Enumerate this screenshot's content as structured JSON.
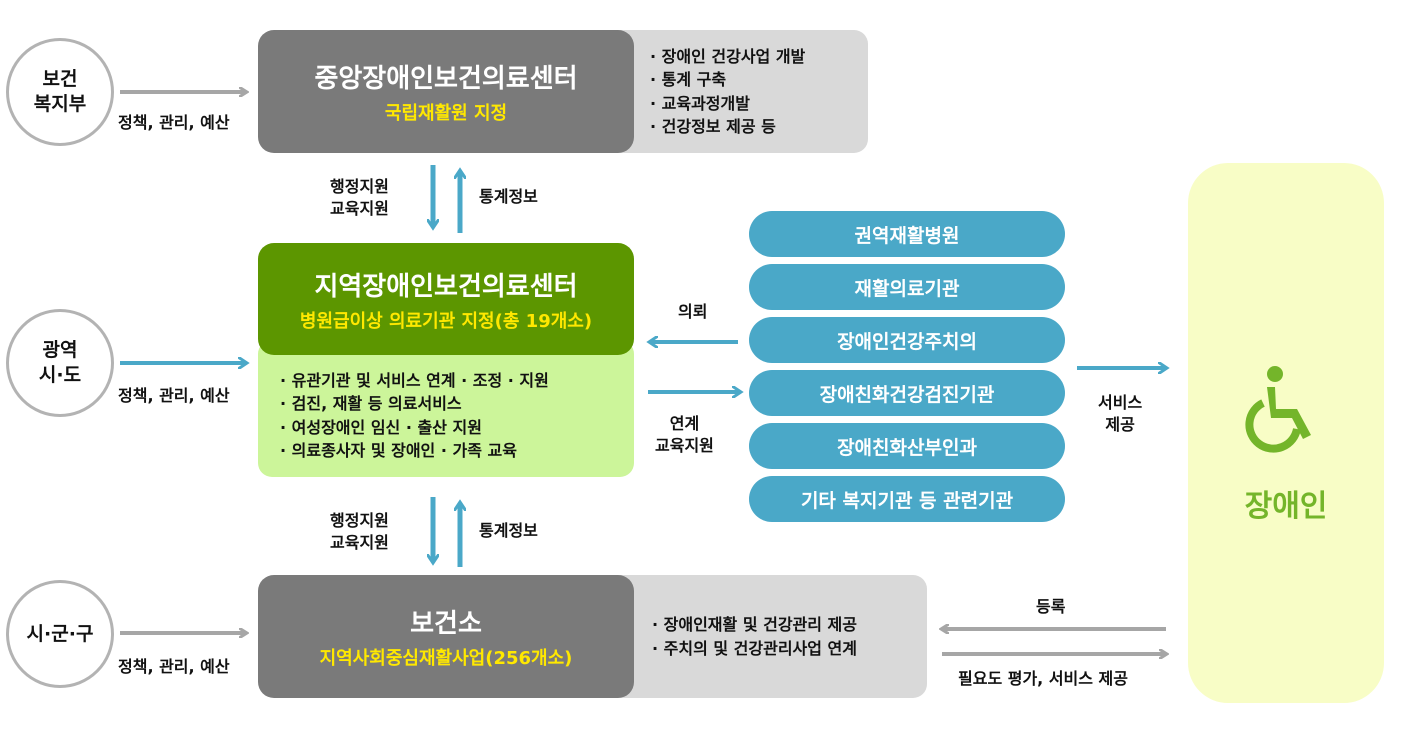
{
  "left_circles": [
    {
      "label": "보건\n복지부",
      "arrow_label": "정책, 관리, 예산"
    },
    {
      "label": "광역\n시·도",
      "arrow_label": "정책, 관리, 예산"
    },
    {
      "label": "시·군·구",
      "arrow_label": "정책, 관리, 예산"
    }
  ],
  "central_center": {
    "title": "중앙장애인보건의료센터",
    "subtitle": "국립재활원 지정",
    "duties": [
      "· 장애인 건강사업 개발",
      "· 통계 구축",
      "· 교육과정개발",
      "· 건강정보 제공 등"
    ]
  },
  "regional_center": {
    "title": "지역장애인보건의료센터",
    "subtitle": "병원급이상 의료기관 지정(총 19개소)",
    "duties": [
      "· 유관기관 및 서비스 연계 · 조정 · 지원",
      "· 검진, 재활 등 의료서비스",
      "· 여성장애인 임신 · 출산 지원",
      "· 의료종사자 및 장애인 · 가족 교육"
    ]
  },
  "health_center": {
    "title": "보건소",
    "subtitle": "지역사회중심재활사업(256개소)",
    "duties": [
      "· 장애인재활 및 건강관리 제공",
      "· 주치의 및 건강관리사업 연계"
    ]
  },
  "vertical_labels": {
    "down": "행정지원\n교육지원",
    "up": "통계정보"
  },
  "institutions": [
    "권역재활병원",
    "재활의료기관",
    "장애인건강주치의",
    "장애친화건강검진기관",
    "장애친화산부인과",
    "기타 복지기관 등 관련기관"
  ],
  "flow_labels": {
    "referral": "의뢰",
    "link": "연계\n교육지원",
    "service": "서비스\n제공",
    "register": "등록",
    "assess": "필요도 평가, 서비스 제공"
  },
  "target": {
    "label": "장애인",
    "icon": "wheelchair-icon"
  },
  "colors": {
    "gray_box": "#7a7a7a",
    "light_gray": "#d9d9d9",
    "green_box": "#5c9600",
    "light_green": "#ccf59a",
    "teal": "#4aa8c8",
    "yellow_panel": "#f8fdc6",
    "subtitle_yellow": "#ffe800",
    "target_green": "#74b52a"
  }
}
